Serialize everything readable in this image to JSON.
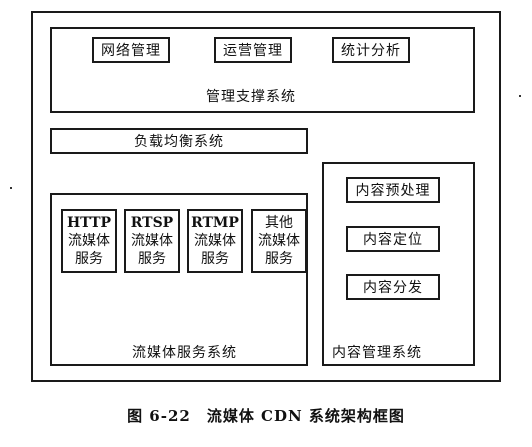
{
  "management": {
    "title": "管理支撑系统",
    "items": [
      "网络管理",
      "运营管理",
      "统计分析"
    ]
  },
  "load_balance": {
    "title": "负载均衡系统"
  },
  "streaming": {
    "title": "流媒体服务系统",
    "services": [
      {
        "line1": "HTTP",
        "line2": "流媒体",
        "line3": "服务"
      },
      {
        "line1": "RTSP",
        "line2": "流媒体",
        "line3": "服务"
      },
      {
        "line1": "RTMP",
        "line2": "流媒体",
        "line3": "服务"
      },
      {
        "line1": "其他",
        "line2": "流媒体",
        "line3": "服务"
      }
    ]
  },
  "content": {
    "title": "内容管理系统",
    "items": [
      "内容预处理",
      "内容定位",
      "内容分发"
    ]
  },
  "caption": "图 6-22　流媒体 CDN 系统架构框图"
}
